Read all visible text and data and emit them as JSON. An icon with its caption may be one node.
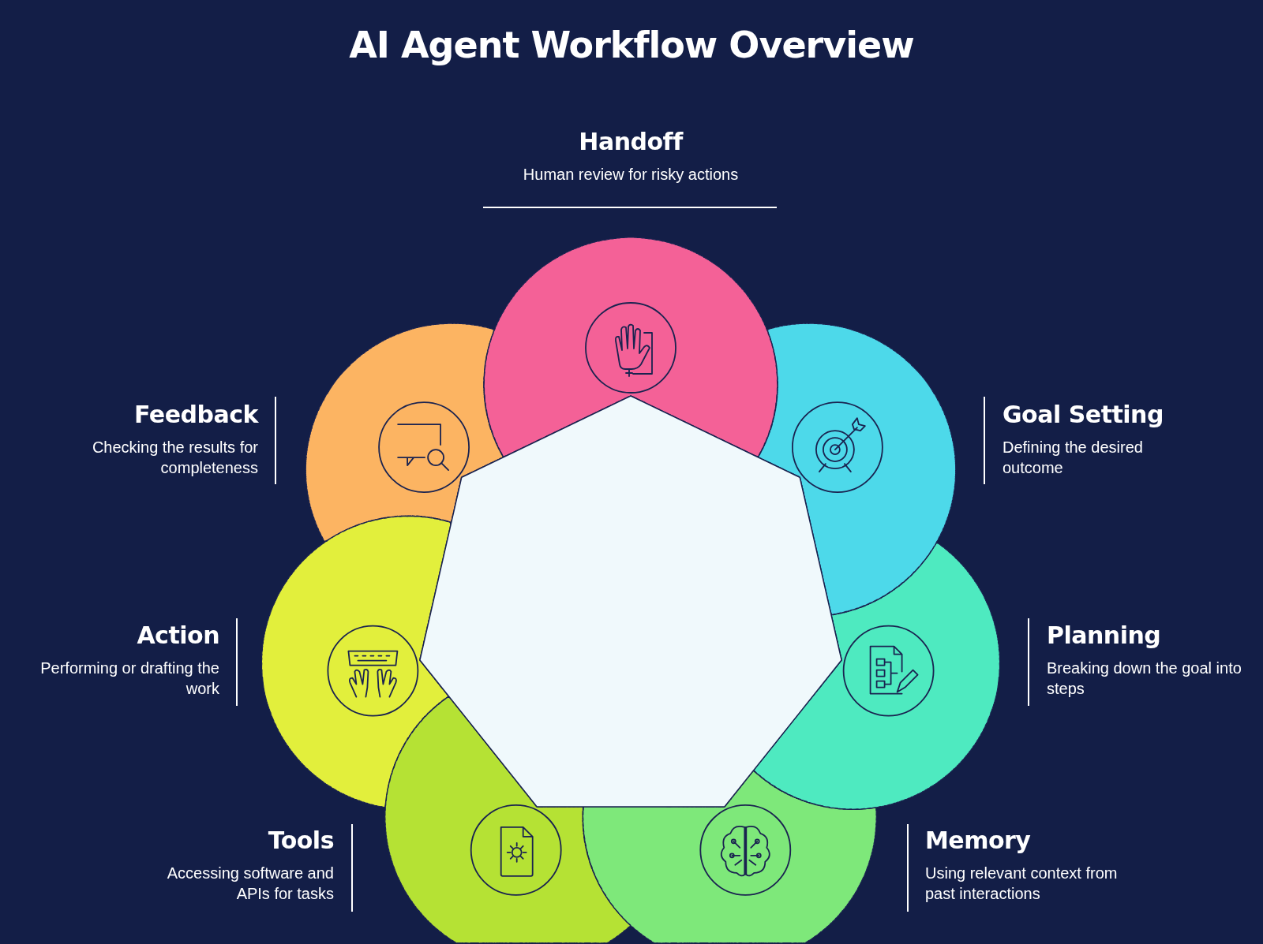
{
  "diagram": {
    "title": "AI Agent Workflow Overview",
    "nodes": [
      {
        "text": [],
        "shape": "circle",
        "beside": [
          "Handoff",
          "Human review for risky actions"
        ]
      },
      {
        "text": [],
        "shape": "circle",
        "beside": [
          "Feedback",
          "Checking the results for completeness"
        ]
      },
      {
        "text": [],
        "shape": "circle",
        "beside": [
          "Goal Setting",
          "Defining the desired outcome"
        ]
      },
      {
        "text": [],
        "shape": "circle",
        "beside": [
          "Action",
          "Performing or drafting the work"
        ]
      },
      {
        "text": [],
        "shape": "circle",
        "beside": [
          "Planning",
          "Breaking down the goal into steps"
        ]
      },
      {
        "text": [],
        "shape": "circle",
        "beside": [
          "Tools",
          "Accessing software and APIs for tasks"
        ]
      },
      {
        "text": [],
        "shape": "circle",
        "beside": [
          "Memory",
          "Using relevant context from past interactions"
        ]
      },
      {
        "text": [],
        "shape": "heptagon"
      }
    ]
  }
}
